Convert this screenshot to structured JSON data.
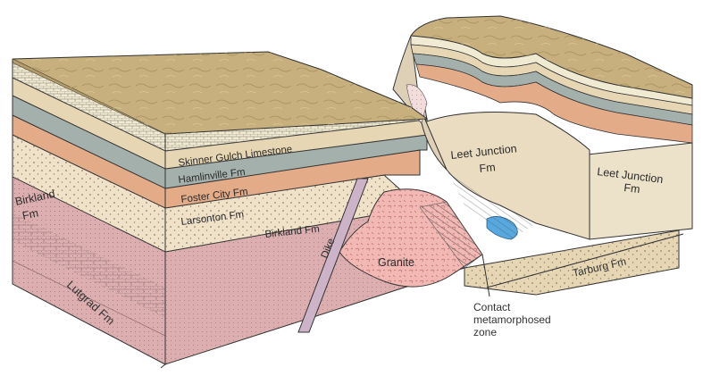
{
  "labels": {
    "skinner_gulch": "Skinner Gulch Limestone",
    "hamlinville": "Hamlinville Fm",
    "foster_city": "Foster City Fm",
    "larsonton": "Larsonton Fm",
    "birkland_center": "Birkland Fm",
    "birkland_left_1": "Birkland",
    "birkland_left_2": "Fm",
    "dike": "Dike",
    "granite": "Granite",
    "leet_mid_1": "Leet Junction",
    "leet_mid_2": "Fm",
    "leet_right_1": "Leet Junction",
    "leet_right_2": "Fm",
    "tarburg": "Tarburg Fm",
    "lutgrad": "Lutgrad Fm",
    "contact_1": "Contact",
    "contact_2": "metamorphosed",
    "contact_3": "zone"
  },
  "colors": {
    "ground": "#c7b07d",
    "ground_dark": "#b39b66",
    "limestone": "#f1ead3",
    "tan": "#e6d6b4",
    "gray": "#a4b0ab",
    "orange": "#e3ab88",
    "birkland": "#f0e2c8",
    "lutgrad": "#dcaeb0",
    "granite": "#f2b8b4",
    "dike": "#cdb3c8",
    "leet": "#e9dcc0",
    "water": "#56a8de"
  }
}
